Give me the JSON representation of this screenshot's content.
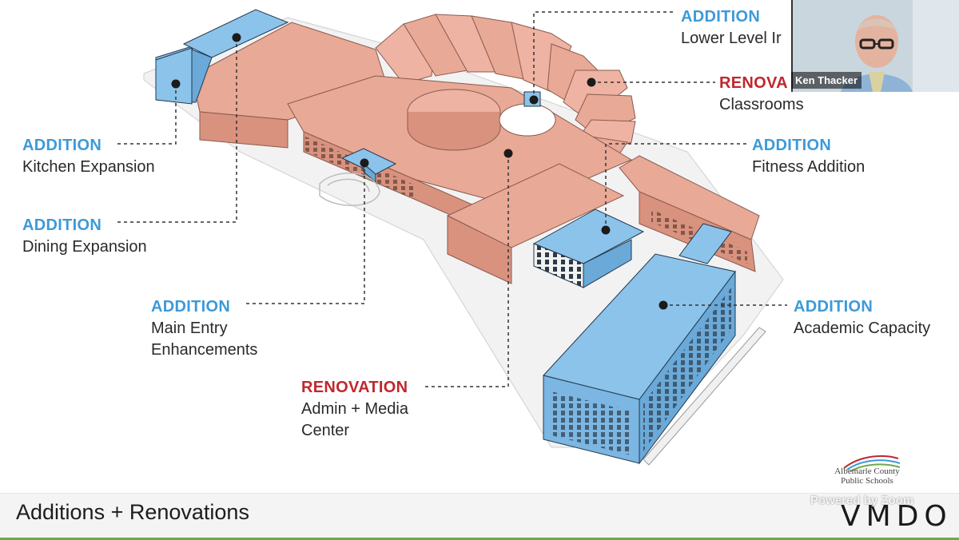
{
  "slide": {
    "title": "Additions + Renovations",
    "brand": "VMDO",
    "district_logo_line1": "Albemarle County",
    "district_logo_line2": "Public Schools"
  },
  "callouts": {
    "lower_level": {
      "kind": "ADDITION",
      "desc": "Lower Level Ir"
    },
    "classrooms": {
      "kind": "RENOVA",
      "desc": "Classrooms"
    },
    "fitness": {
      "kind": "ADDITION",
      "desc": "Fitness Addition"
    },
    "kitchen": {
      "kind": "ADDITION",
      "desc": "Kitchen Expansion"
    },
    "dining": {
      "kind": "ADDITION",
      "desc": "Dining Expansion"
    },
    "main_entry": {
      "kind": "ADDITION",
      "desc1": "Main Entry",
      "desc2": "Enhancements"
    },
    "academic": {
      "kind": "ADDITION",
      "desc": "Academic Capacity"
    },
    "admin_media": {
      "kind": "RENOVATION",
      "desc1": "Admin + Media",
      "desc2": "Center"
    }
  },
  "zoom": {
    "participant_name": "Ken Thacker",
    "powered_by": "Powered by Zoom"
  },
  "colors": {
    "addition_blue": "#3d9ad9",
    "renovation_red": "#c0272d",
    "existing_building": "#e8a996",
    "new_building": "#8cc3ea",
    "accent_green": "#6dab45"
  }
}
